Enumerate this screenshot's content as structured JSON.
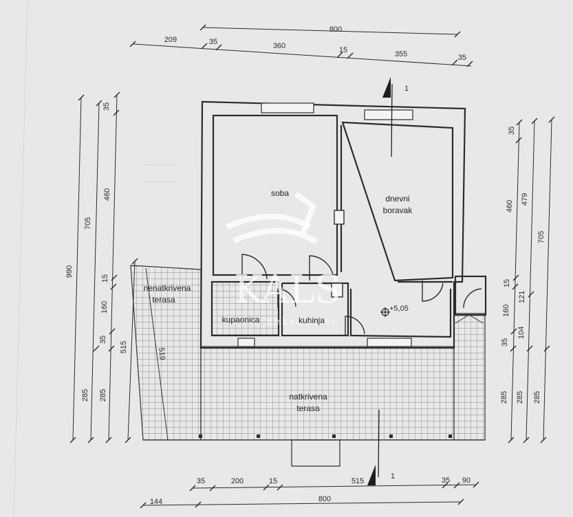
{
  "rooms": {
    "soba": "soba",
    "dnevni_1": "dnevni",
    "dnevni_2": "boravak",
    "nenatkrivena_1": "nenatkrivena",
    "nenatkrivena_2": "terasa",
    "kupaonica": "kupaonica",
    "kuhinja": "kuhinja",
    "natkrivena_1": "natkrivena",
    "natkrivena_2": "terasa"
  },
  "level": "+5,05",
  "section_marker": "1",
  "watermark": {
    "brand": "KALS",
    "sub": "nekretnine"
  },
  "dims": {
    "top_total": "800",
    "top_row": [
      "209",
      "35",
      "360",
      "15",
      "355",
      "35"
    ],
    "bottom_total": "800",
    "bottom_left": "144",
    "bottom_row": [
      "35",
      "200",
      "15",
      "515",
      "35",
      "90"
    ],
    "left_990": "990",
    "left_705": "705",
    "left_285a": "285",
    "left_460": "460",
    "left_15": "15",
    "left_160": "160",
    "left_35a": "35",
    "left_285b": "285",
    "left_35b": "35",
    "left_515": "515",
    "diag_519": "519",
    "right_35a": "35",
    "right_460": "460",
    "right_15": "15",
    "right_160": "160",
    "right_35b": "35",
    "right_285a": "285",
    "right_479": "479",
    "right_121": "121",
    "right_104": "104",
    "right_285b": "285",
    "right_705": "705",
    "right_285c": "285"
  }
}
